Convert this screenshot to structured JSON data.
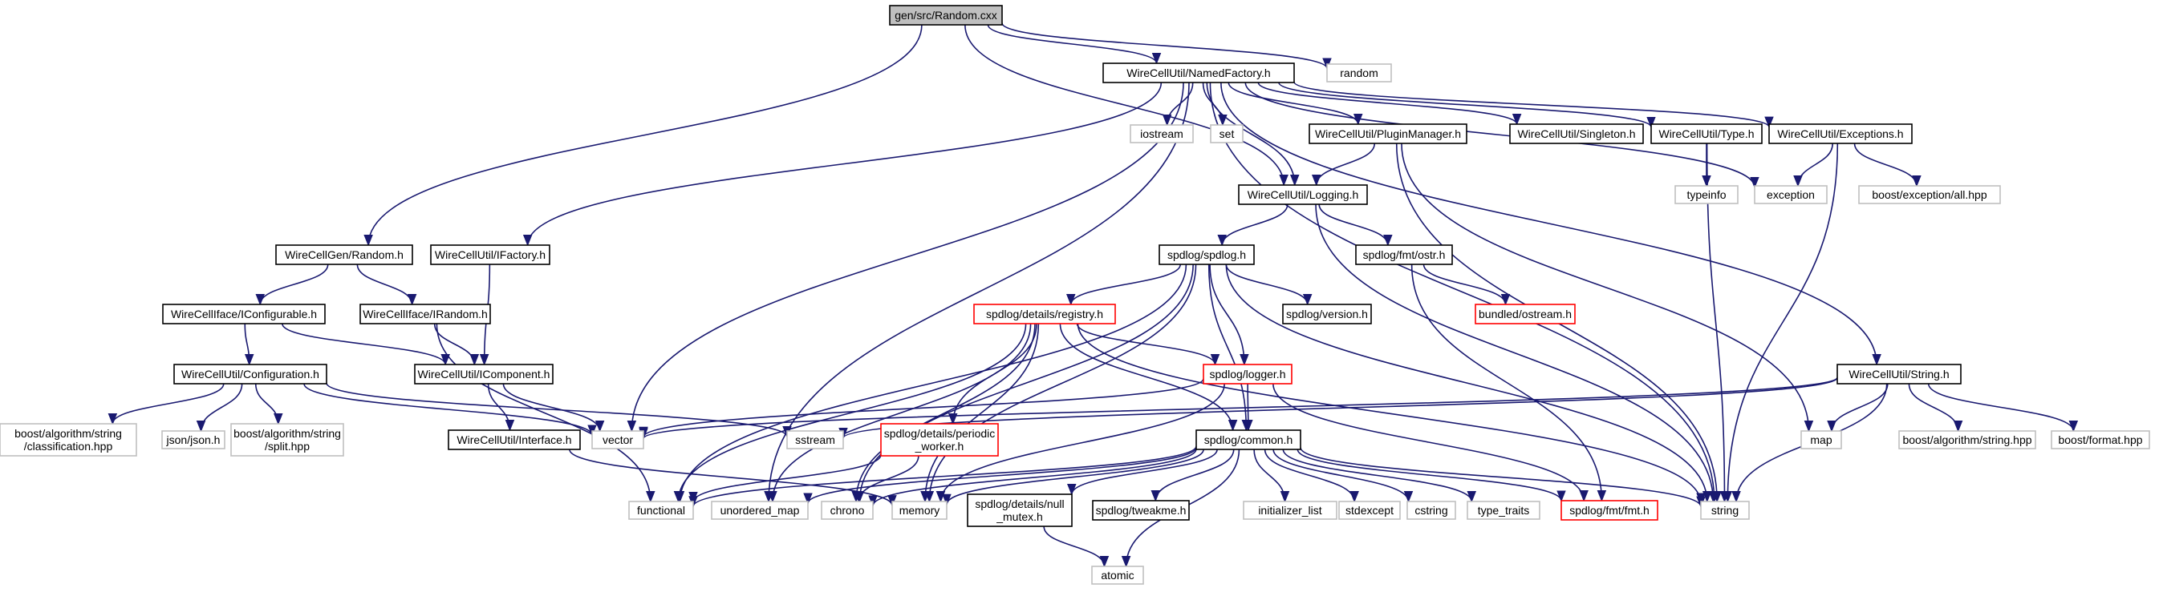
{
  "graph": {
    "edge_color": "#191970",
    "nodes": [
      {
        "id": "root",
        "label": [
          "gen/src/Random.cxx"
        ],
        "style": "root"
      },
      {
        "id": "random",
        "label": [
          "random"
        ],
        "style": "gray"
      },
      {
        "id": "named",
        "label": [
          "WireCellUtil/NamedFactory.h"
        ],
        "style": "solid"
      },
      {
        "id": "iostream",
        "label": [
          "iostream"
        ],
        "style": "gray"
      },
      {
        "id": "set",
        "label": [
          "set"
        ],
        "style": "gray"
      },
      {
        "id": "plugin",
        "label": [
          "WireCellUtil/PluginManager.h"
        ],
        "style": "solid"
      },
      {
        "id": "singleton",
        "label": [
          "WireCellUtil/Singleton.h"
        ],
        "style": "solid"
      },
      {
        "id": "type",
        "label": [
          "WireCellUtil/Type.h"
        ],
        "style": "solid"
      },
      {
        "id": "exceptions",
        "label": [
          "WireCellUtil/Exceptions.h"
        ],
        "style": "solid"
      },
      {
        "id": "logging",
        "label": [
          "WireCellUtil/Logging.h"
        ],
        "style": "solid"
      },
      {
        "id": "typeinfo",
        "label": [
          "typeinfo"
        ],
        "style": "gray"
      },
      {
        "id": "exception",
        "label": [
          "exception"
        ],
        "style": "gray"
      },
      {
        "id": "boostexc",
        "label": [
          "boost/exception/all.hpp"
        ],
        "style": "gray"
      },
      {
        "id": "genrandom",
        "label": [
          "WireCellGen/Random.h"
        ],
        "style": "solid"
      },
      {
        "id": "ifactory",
        "label": [
          "WireCellUtil/IFactory.h"
        ],
        "style": "solid"
      },
      {
        "id": "spdlog",
        "label": [
          "spdlog/spdlog.h"
        ],
        "style": "solid"
      },
      {
        "id": "fmtostr",
        "label": [
          "spdlog/fmt/ostr.h"
        ],
        "style": "solid"
      },
      {
        "id": "iconfigurable",
        "label": [
          "WireCellIface/IConfigurable.h"
        ],
        "style": "solid"
      },
      {
        "id": "irandom",
        "label": [
          "WireCellIface/IRandom.h"
        ],
        "style": "solid"
      },
      {
        "id": "registry",
        "label": [
          "spdlog/details/registry.h"
        ],
        "style": "red"
      },
      {
        "id": "version",
        "label": [
          "spdlog/version.h"
        ],
        "style": "solid"
      },
      {
        "id": "bundled",
        "label": [
          "bundled/ostream.h"
        ],
        "style": "red"
      },
      {
        "id": "configuration",
        "label": [
          "WireCellUtil/Configuration.h"
        ],
        "style": "solid"
      },
      {
        "id": "icomponent",
        "label": [
          "WireCellUtil/IComponent.h"
        ],
        "style": "solid"
      },
      {
        "id": "logger",
        "label": [
          "spdlog/logger.h"
        ],
        "style": "red"
      },
      {
        "id": "string_h",
        "label": [
          "WireCellUtil/String.h"
        ],
        "style": "solid"
      },
      {
        "id": "classification",
        "label": [
          "boost/algorithm/string",
          "/classification.hpp"
        ],
        "style": "gray"
      },
      {
        "id": "json",
        "label": [
          "json/json.h"
        ],
        "style": "gray"
      },
      {
        "id": "split",
        "label": [
          "boost/algorithm/string",
          "/split.hpp"
        ],
        "style": "gray"
      },
      {
        "id": "vector",
        "label": [
          "vector"
        ],
        "style": "gray"
      },
      {
        "id": "sstream",
        "label": [
          "sstream"
        ],
        "style": "gray"
      },
      {
        "id": "interface",
        "label": [
          "WireCellUtil/Interface.h"
        ],
        "style": "solid"
      },
      {
        "id": "periodic",
        "label": [
          "spdlog/details/periodic",
          "_worker.h"
        ],
        "style": "red"
      },
      {
        "id": "common",
        "label": [
          "spdlog/common.h"
        ],
        "style": "solid"
      },
      {
        "id": "map",
        "label": [
          "map"
        ],
        "style": "gray"
      },
      {
        "id": "boostalgo",
        "label": [
          "boost/algorithm/string.hpp"
        ],
        "style": "gray"
      },
      {
        "id": "boostformat",
        "label": [
          "boost/format.hpp"
        ],
        "style": "gray"
      },
      {
        "id": "functional",
        "label": [
          "functional"
        ],
        "style": "gray"
      },
      {
        "id": "unordered_map",
        "label": [
          "unordered_map"
        ],
        "style": "gray"
      },
      {
        "id": "chrono",
        "label": [
          "chrono"
        ],
        "style": "gray"
      },
      {
        "id": "memory",
        "label": [
          "memory"
        ],
        "style": "gray"
      },
      {
        "id": "nullmutex",
        "label": [
          "spdlog/details/null",
          "_mutex.h"
        ],
        "style": "solid"
      },
      {
        "id": "tweakme",
        "label": [
          "spdlog/tweakme.h"
        ],
        "style": "solid"
      },
      {
        "id": "initlist",
        "label": [
          "initializer_list"
        ],
        "style": "gray"
      },
      {
        "id": "stdexcept",
        "label": [
          "stdexcept"
        ],
        "style": "gray"
      },
      {
        "id": "cstring",
        "label": [
          "cstring"
        ],
        "style": "gray"
      },
      {
        "id": "type_traits",
        "label": [
          "type_traits"
        ],
        "style": "gray"
      },
      {
        "id": "fmt",
        "label": [
          "spdlog/fmt/fmt.h"
        ],
        "style": "red"
      },
      {
        "id": "string",
        "label": [
          "string"
        ],
        "style": "gray"
      },
      {
        "id": "atomic",
        "label": [
          "atomic"
        ],
        "style": "gray"
      }
    ],
    "edges": [
      [
        "root",
        "random"
      ],
      [
        "root",
        "named"
      ],
      [
        "root",
        "logging"
      ],
      [
        "root",
        "genrandom"
      ],
      [
        "named",
        "iostream"
      ],
      [
        "named",
        "set"
      ],
      [
        "named",
        "plugin"
      ],
      [
        "named",
        "singleton"
      ],
      [
        "named",
        "type"
      ],
      [
        "named",
        "exceptions"
      ],
      [
        "named",
        "logging"
      ],
      [
        "named",
        "exception"
      ],
      [
        "named",
        "ifactory"
      ],
      [
        "named",
        "string_h"
      ],
      [
        "named",
        "vector"
      ],
      [
        "named",
        "string"
      ],
      [
        "named",
        "unordered_map"
      ],
      [
        "plugin",
        "logging"
      ],
      [
        "plugin",
        "map"
      ],
      [
        "plugin",
        "string"
      ],
      [
        "type",
        "typeinfo"
      ],
      [
        "type",
        "string"
      ],
      [
        "exceptions",
        "exception"
      ],
      [
        "exceptions",
        "boostexc"
      ],
      [
        "exceptions",
        "string"
      ],
      [
        "logging",
        "spdlog"
      ],
      [
        "logging",
        "fmtostr"
      ],
      [
        "logging",
        "string"
      ],
      [
        "genrandom",
        "iconfigurable"
      ],
      [
        "genrandom",
        "irandom"
      ],
      [
        "ifactory",
        "icomponent"
      ],
      [
        "iconfigurable",
        "configuration"
      ],
      [
        "iconfigurable",
        "icomponent"
      ],
      [
        "irandom",
        "icomponent"
      ],
      [
        "irandom",
        "functional"
      ],
      [
        "spdlog",
        "registry"
      ],
      [
        "spdlog",
        "version"
      ],
      [
        "spdlog",
        "logger"
      ],
      [
        "spdlog",
        "common"
      ],
      [
        "spdlog",
        "functional"
      ],
      [
        "spdlog",
        "chrono"
      ],
      [
        "spdlog",
        "memory"
      ],
      [
        "spdlog",
        "string"
      ],
      [
        "fmtostr",
        "bundled"
      ],
      [
        "fmtostr",
        "fmt"
      ],
      [
        "registry",
        "periodic"
      ],
      [
        "registry",
        "logger"
      ],
      [
        "registry",
        "common"
      ],
      [
        "registry",
        "functional"
      ],
      [
        "registry",
        "unordered_map"
      ],
      [
        "registry",
        "chrono"
      ],
      [
        "registry",
        "memory"
      ],
      [
        "registry",
        "string"
      ],
      [
        "configuration",
        "classification"
      ],
      [
        "configuration",
        "json"
      ],
      [
        "configuration",
        "split"
      ],
      [
        "configuration",
        "vector"
      ],
      [
        "configuration",
        "sstream"
      ],
      [
        "icomponent",
        "interface"
      ],
      [
        "icomponent",
        "vector"
      ],
      [
        "interface",
        "memory"
      ],
      [
        "logger",
        "common"
      ],
      [
        "logger",
        "vector"
      ],
      [
        "logger",
        "memory"
      ],
      [
        "logger",
        "fmt"
      ],
      [
        "string_h",
        "map"
      ],
      [
        "string_h",
        "boostalgo"
      ],
      [
        "string_h",
        "boostformat"
      ],
      [
        "string_h",
        "string"
      ],
      [
        "string_h",
        "vector"
      ],
      [
        "string_h",
        "sstream"
      ],
      [
        "periodic",
        "chrono"
      ],
      [
        "periodic",
        "functional"
      ],
      [
        "common",
        "functional"
      ],
      [
        "common",
        "unordered_map"
      ],
      [
        "common",
        "chrono"
      ],
      [
        "common",
        "memory"
      ],
      [
        "common",
        "nullmutex"
      ],
      [
        "common",
        "tweakme"
      ],
      [
        "common",
        "initlist"
      ],
      [
        "common",
        "stdexcept"
      ],
      [
        "common",
        "cstring"
      ],
      [
        "common",
        "type_traits"
      ],
      [
        "common",
        "fmt"
      ],
      [
        "common",
        "string"
      ],
      [
        "common",
        "atomic"
      ],
      [
        "nullmutex",
        "atomic"
      ]
    ]
  }
}
